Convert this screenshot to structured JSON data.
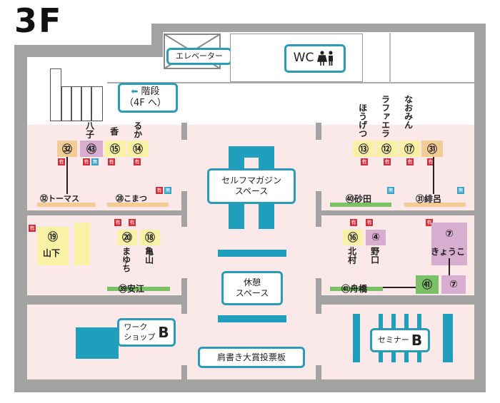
{
  "floor": "3F",
  "labels": {
    "elevator": "エレベーター",
    "wc": "WC",
    "stairs_line1": "階段",
    "stairs_line2": "（4F へ）",
    "magazine_line1": "セルフマガジン",
    "magazine_line2": "スペース",
    "rest_line1": "休憩",
    "rest_line2": "スペース",
    "workshop_line1": "ワーク",
    "workshop_line2": "ショップ",
    "workshop_letter": "B",
    "seminar": "セミナー",
    "seminar_letter": "B",
    "board": "肩書き大賞投票板"
  },
  "badges": {
    "paid": "有",
    "free": "無"
  },
  "booths": {
    "b32": "㉜",
    "b43": "㊸",
    "b15": "⑮",
    "b14": "⑭",
    "b13": "⑬",
    "b12": "⑫",
    "b17": "⑰",
    "b31": "㉛",
    "b19": "⑲",
    "b20": "⑳",
    "b18": "⑱",
    "b16": "⑯",
    "b4": "④",
    "b7a": "⑦",
    "b7b": "⑦",
    "b41": "㊶",
    "b40": "㊵",
    "b28": "㉘",
    "b39": "㊴",
    "b31b": "㉛",
    "b32b": "㉜",
    "b41b": "㊶"
  },
  "names": {
    "hachiko": "八子",
    "kaori": "香",
    "ruka": "るか",
    "houjitsu": "ほうげつ",
    "lafaera": "ラファエラ",
    "naomin": "なおみん",
    "thomas": "トーマス",
    "komatsu": "こまつ",
    "sunada": "砂田",
    "hiro": "緋呂",
    "yamashita": "山下",
    "mayuchi": "まゆち",
    "kameyama": "亀山",
    "yasue": "安江",
    "kitamura": "北村",
    "noguchi": "野口",
    "kyouko": "きょうこ",
    "funabashi": "舟橋"
  }
}
